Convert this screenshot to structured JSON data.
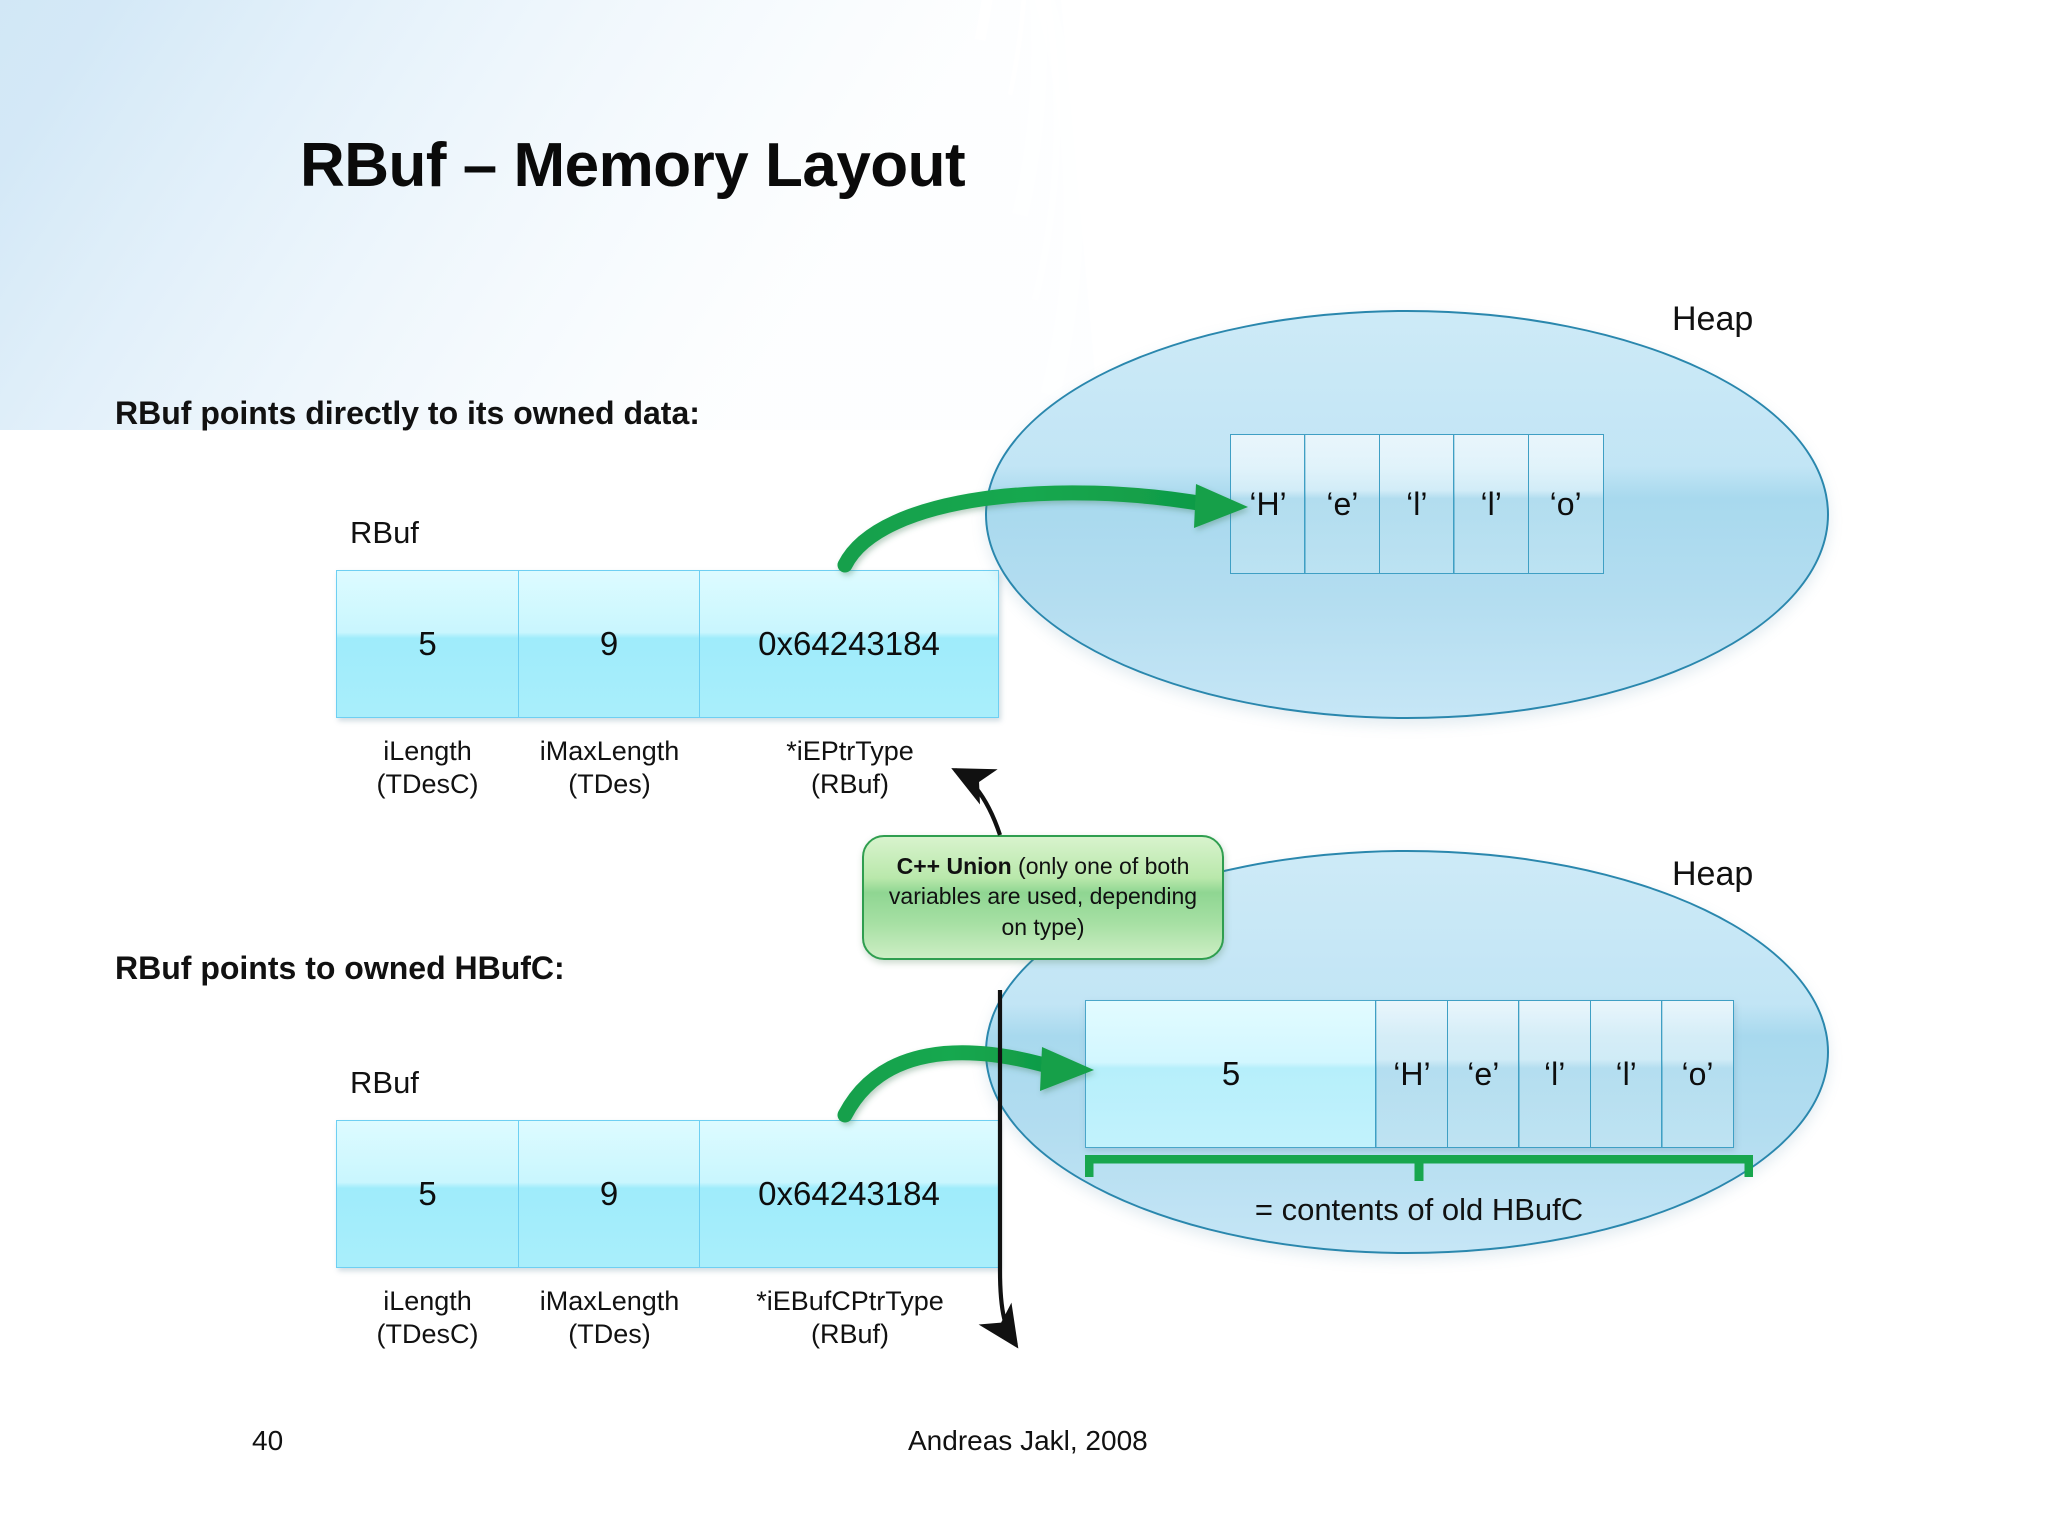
{
  "slide": {
    "title": "RBuf – Memory Layout",
    "footer": {
      "page_number": "40",
      "author": "Andreas Jakl, 2008"
    }
  },
  "colors": {
    "title_text": "#0a0a0a",
    "cell_fill_top": "#ddfbff",
    "cell_fill_bottom": "#a9eefb",
    "cell_border": "#6ecff2",
    "heap_border": "#2a87ad",
    "heap_fill": "#bfe4f4",
    "arrow_green": "#14a04a",
    "callout_border": "#2f9e4f",
    "callout_fill": "#a7e0a4",
    "bracket_green": "#18a64e",
    "deco_blue": "#cfe4f5"
  },
  "sections": [
    {
      "heading": "RBuf points directly to its owned data:",
      "struct_label": "RBuf",
      "cells": [
        {
          "value": "5",
          "caption_line1": "iLength",
          "caption_line2": "(TDesC)"
        },
        {
          "value": "9",
          "caption_line1": "iMaxLength",
          "caption_line2": "(TDes)"
        },
        {
          "value": "0x64243184",
          "caption_line1": "*iEPtrType",
          "caption_line2": "(RBuf)"
        }
      ],
      "heap_label": "Heap",
      "heap_chars": [
        "‘H’",
        "‘e’",
        "‘l’",
        "‘l’",
        "‘o’"
      ]
    },
    {
      "heading": "RBuf points to owned HBufC:",
      "struct_label": "RBuf",
      "cells": [
        {
          "value": "5",
          "caption_line1": "iLength",
          "caption_line2": "(TDesC)"
        },
        {
          "value": "9",
          "caption_line1": "iMaxLength",
          "caption_line2": "(TDes)"
        },
        {
          "value": "0x64243184",
          "caption_line1": "*iEBufCPtrType",
          "caption_line2": "(RBuf)"
        }
      ],
      "heap_label": "Heap",
      "hbufc_length": "5",
      "heap_chars": [
        "‘H’",
        "‘e’",
        "‘l’",
        "‘l’",
        "‘o’"
      ],
      "bracket_caption": "= contents of old HBufC"
    }
  ],
  "callout": {
    "bold_text": "C++ Union",
    "rest_text": " (only one of both variables are used, depending on type)"
  }
}
